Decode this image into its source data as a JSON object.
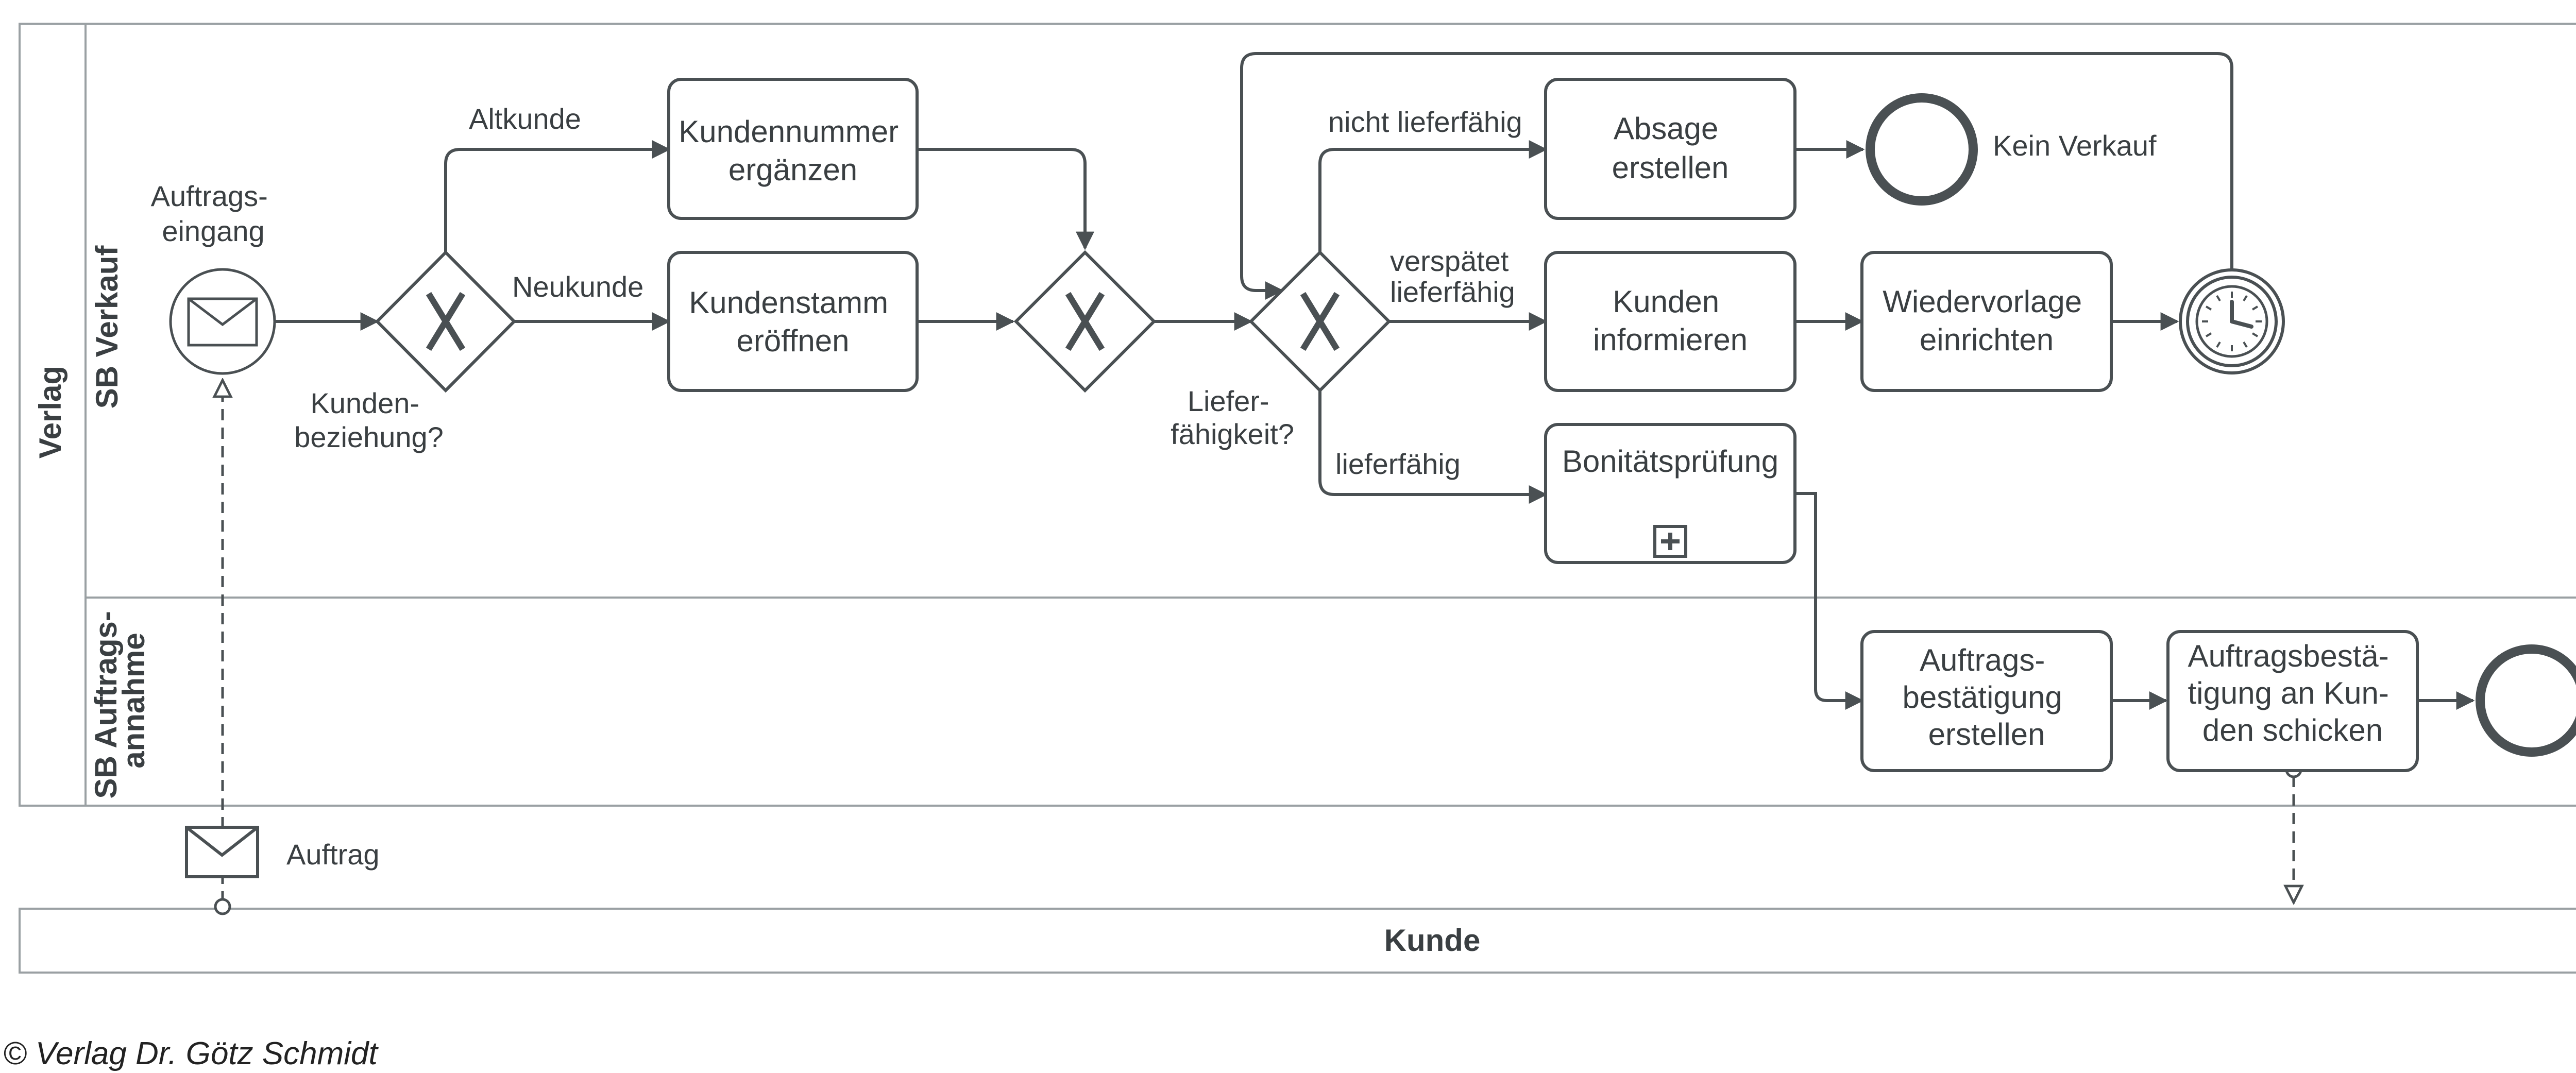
{
  "pool": {
    "name": "Verlag"
  },
  "lanes": [
    {
      "name": "SB Verkauf"
    },
    {
      "name_lines": [
        "SB Auftrags-",
        "annahme"
      ]
    }
  ],
  "external_pool": {
    "name": "Kunde"
  },
  "events": {
    "start_label_lines": [
      "Auftrags-",
      "eingang"
    ],
    "end_no_sale_label": "Kein Verkauf"
  },
  "gateways": {
    "customer_relation_lines": [
      "Kunden-",
      "beziehung?"
    ],
    "deliverability_lines": [
      "Liefer-",
      "fähigkeit?"
    ]
  },
  "tasks": {
    "kundennummer": [
      "Kundennummer",
      "ergänzen"
    ],
    "kundenstamm": [
      "Kundenstamm",
      "eröffnen"
    ],
    "absage": [
      "Absage",
      "erstellen"
    ],
    "kunden_informieren": [
      "Kunden",
      "informieren"
    ],
    "wiedervorlage": [
      "Wiedervorlage",
      "einrichten"
    ],
    "bonitaet": [
      "Bonitätsprüfung"
    ],
    "bestaetigung_erstellen": [
      "Auftrags-",
      "bestätigung",
      "erstellen"
    ],
    "bestaetigung_schicken": [
      "Auftragsbestä-",
      "tigung an Kun-",
      "den schicken"
    ]
  },
  "flow_labels": {
    "altkunde": "Altkunde",
    "neukunde": "Neukunde",
    "nicht_lieferfaehig": "nicht lieferfähig",
    "verspaetet_lines": [
      "verspätet",
      "lieferfähig"
    ],
    "lieferfaehig": "lieferfähig"
  },
  "message": {
    "label": "Auftrag"
  },
  "copyright": "© Verlag Dr. Götz Schmidt",
  "colors": {
    "stroke": "#4a5053",
    "pool_border": "#9aa0a3",
    "text": "#3a3f42"
  }
}
